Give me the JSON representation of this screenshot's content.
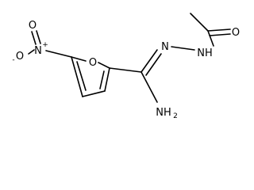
{
  "molecule": {
    "atoms": {
      "nitro_o_minus": "O",
      "nitro_o_minus_charge": "-",
      "nitro_n": "N",
      "nitro_n_charge": "+",
      "nitro_o_double": "O",
      "furan_o": "O",
      "hydrazone_n": "N",
      "amide_nh": "NH",
      "amine_nh2": "NH",
      "amine_nh2_sub": "2",
      "carbonyl_o": "O"
    }
  }
}
